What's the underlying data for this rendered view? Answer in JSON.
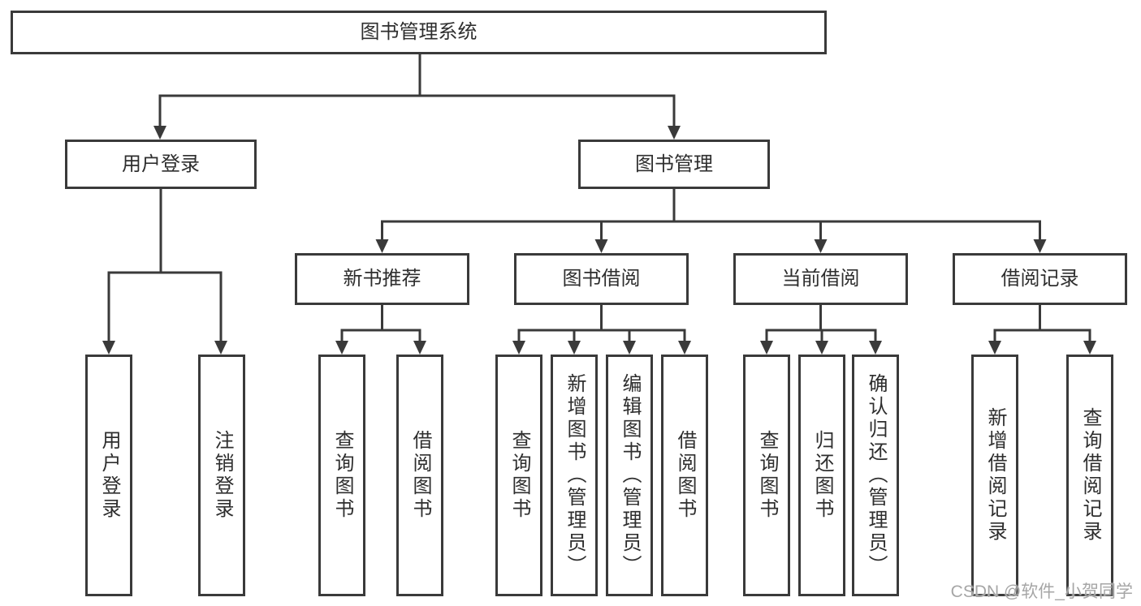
{
  "title": "图书管理系统",
  "tree": {
    "label": "图书管理系统",
    "children": [
      {
        "label": "用户登录",
        "children": [
          {
            "label": "用户登录"
          },
          {
            "label": "注销登录"
          }
        ]
      },
      {
        "label": "图书管理",
        "children": [
          {
            "label": "新书推荐",
            "children": [
              {
                "label": "查询图书"
              },
              {
                "label": "借阅图书"
              }
            ]
          },
          {
            "label": "图书借阅",
            "children": [
              {
                "label": "查询图书"
              },
              {
                "label": "新增图书（管理员）"
              },
              {
                "label": "编辑图书（管理员）"
              },
              {
                "label": "借阅图书"
              }
            ]
          },
          {
            "label": "当前借阅",
            "children": [
              {
                "label": "查询图书"
              },
              {
                "label": "归还图书"
              },
              {
                "label": "确认归还（管理员）"
              }
            ]
          },
          {
            "label": "借阅记录",
            "children": [
              {
                "label": "新增借阅记录"
              },
              {
                "label": "查询借阅记录"
              }
            ]
          }
        ]
      }
    ]
  },
  "watermark": "CSDN @软件_小贺同学",
  "colors": {
    "line": "#3a3a3a",
    "text": "#2e2e2e",
    "watermark": "#a6a6a6",
    "background": "#ffffff"
  }
}
